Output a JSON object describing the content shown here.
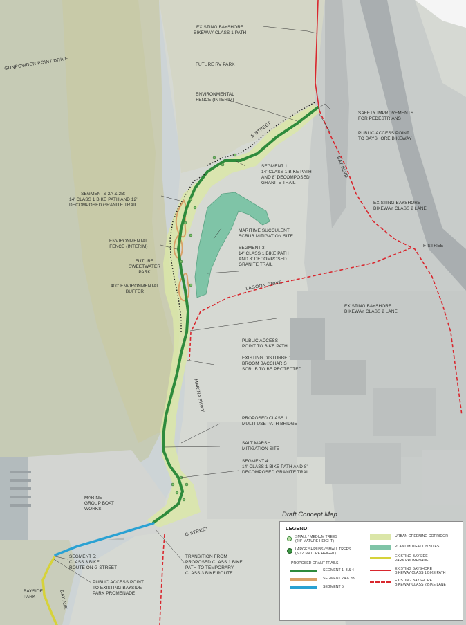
{
  "map_title": "Draft Concept Map",
  "roads": {
    "gunpowder": "GUNPOWDER POINT DRIVE",
    "e_street_small": "E STREET",
    "bay_blvd": "BAY BLVD",
    "f_street": "F STREET",
    "lagoon_drive": "LAGOON DRIVE",
    "marina_pkwy": "MARINA PKWY",
    "g_street": "G STREET",
    "bay_ave": "BAY AVE"
  },
  "labels": {
    "existing_bayshore_class1": "EXISTING BAYSHORE\nBIKEWAY CLASS 1 PATH",
    "future_rv_park": "FUTURE RV PARK",
    "env_fence_top": "ENVIRONMENTAL\nFENCE (INTERIM)",
    "safety_improvements": "SAFETY IMPROVEMENTS\nFOR PEDESTRIANS",
    "public_access_bayshore": "PUBLIC ACCESS POINT\nTO BAYSHORE BIKEWAY",
    "segment1": "SEGMENT 1:\n14' CLASS 1 BIKE PATH\nAND 8' DECOMPOSED\nGRANITE TRAIL",
    "segments_2a_2b": "SEGMENTS 2A & 2B:\n14' CLASS 1 BIKE PATH AND 12'\nDECOMPOSED GRANITE TRAIL",
    "existing_class2_top": "EXISTING BAYSHORE\nBIKEWAY CLASS 2 LANE",
    "env_fence_mid": "ENVIRONMENTAL\nFENCE (INTERIM)",
    "maritime_succulent": "MARITIME SUCCULENT\nSCRUB MITIGATION SITE",
    "future_sweetwater": "FUTURE\nSWEETWATER\nPARK",
    "segment3": "SEGMENT 3:\n14' CLASS 1 BIKE PATH\nAND 8' DECOMPOSED\nGRANITE TRAIL",
    "buffer": "400' ENVIRONMENTAL\nBUFFER",
    "existing_class2_mid": "EXISTING BAYSHORE\nBIKEWAY CLASS 2 LANE",
    "public_access_bike": "PUBLIC ACCESS\nPOINT TO BIKE PATH",
    "existing_disturbed": "EXISTING DISTURBED\nBROOM BACCHARIS\nSCRUB TO BE PROTECTED",
    "proposed_bridge": "PROPOSED CLASS 1\nMULTI-USE PATH BRIDGE",
    "salt_marsh": "SALT MARSH\nMITIGATION SITE",
    "segment4": "SEGMENT 4:\n14' CLASS 1 BIKE PATH AND 8'\nDECOMPOSED GRANITE TRAIL",
    "marine_group": "MARINE\nGROUP BOAT\nWORKS",
    "segment5": "SEGMENT 5:\nCLASS 3 BIKE\nROUTE ON G STREET",
    "transition": "TRANSITION FROM\nPROPOSED CLASS 1 BIKE\nPATH TO TEMPORARY\nCLASS 3 BIKE ROUTE",
    "public_access_bayside": "PUBLIC ACCESS POINT\nTO EXISTING BAYSIDE\nPARK PROMENADE",
    "bayside_park": "BAYSIDE\nPARK"
  },
  "legend": {
    "title": "LEGEND:",
    "small_trees": "SMALL / MEDIUM TREES\n(2-5' MATURE HEIGHT)",
    "large_shrubs": "LARGE SHRUBS / SMALL TREES\n(5-12' MATURE HEIGHT)",
    "proposed_trails": "PROPOSED GRANT TRAILS",
    "seg_1_3_4": "SEGMENT 1, 3 & 4",
    "seg_2a_2b": "SEGMENT 2A & 2B",
    "seg_5": "SEGMENT 5",
    "urban_greening": "URBAN GREENING CORRIDOR",
    "plant_mitigation": "PLANT MITIGATION SITES",
    "bayside_promenade": "EXISTING BAYSIDE\nPARK PROMENADE",
    "class1_path": "EXISTING BAYSHORE\nBIKEWAY CLASS 1 BIKE PATH",
    "class2_lane": "EXISTING BAYSHORE\nBIKEWAY CLASS 2 BIKE LANE"
  },
  "colors": {
    "trail_green": "#2e8b3c",
    "trail_tan": "#d9a067",
    "route_blue": "#2aa1d3",
    "promenade_yellow": "#d6d23a",
    "bikeway_red": "#d9272e",
    "mitigation_teal": "#7fc4a7",
    "greening": "#d9e6a6"
  }
}
